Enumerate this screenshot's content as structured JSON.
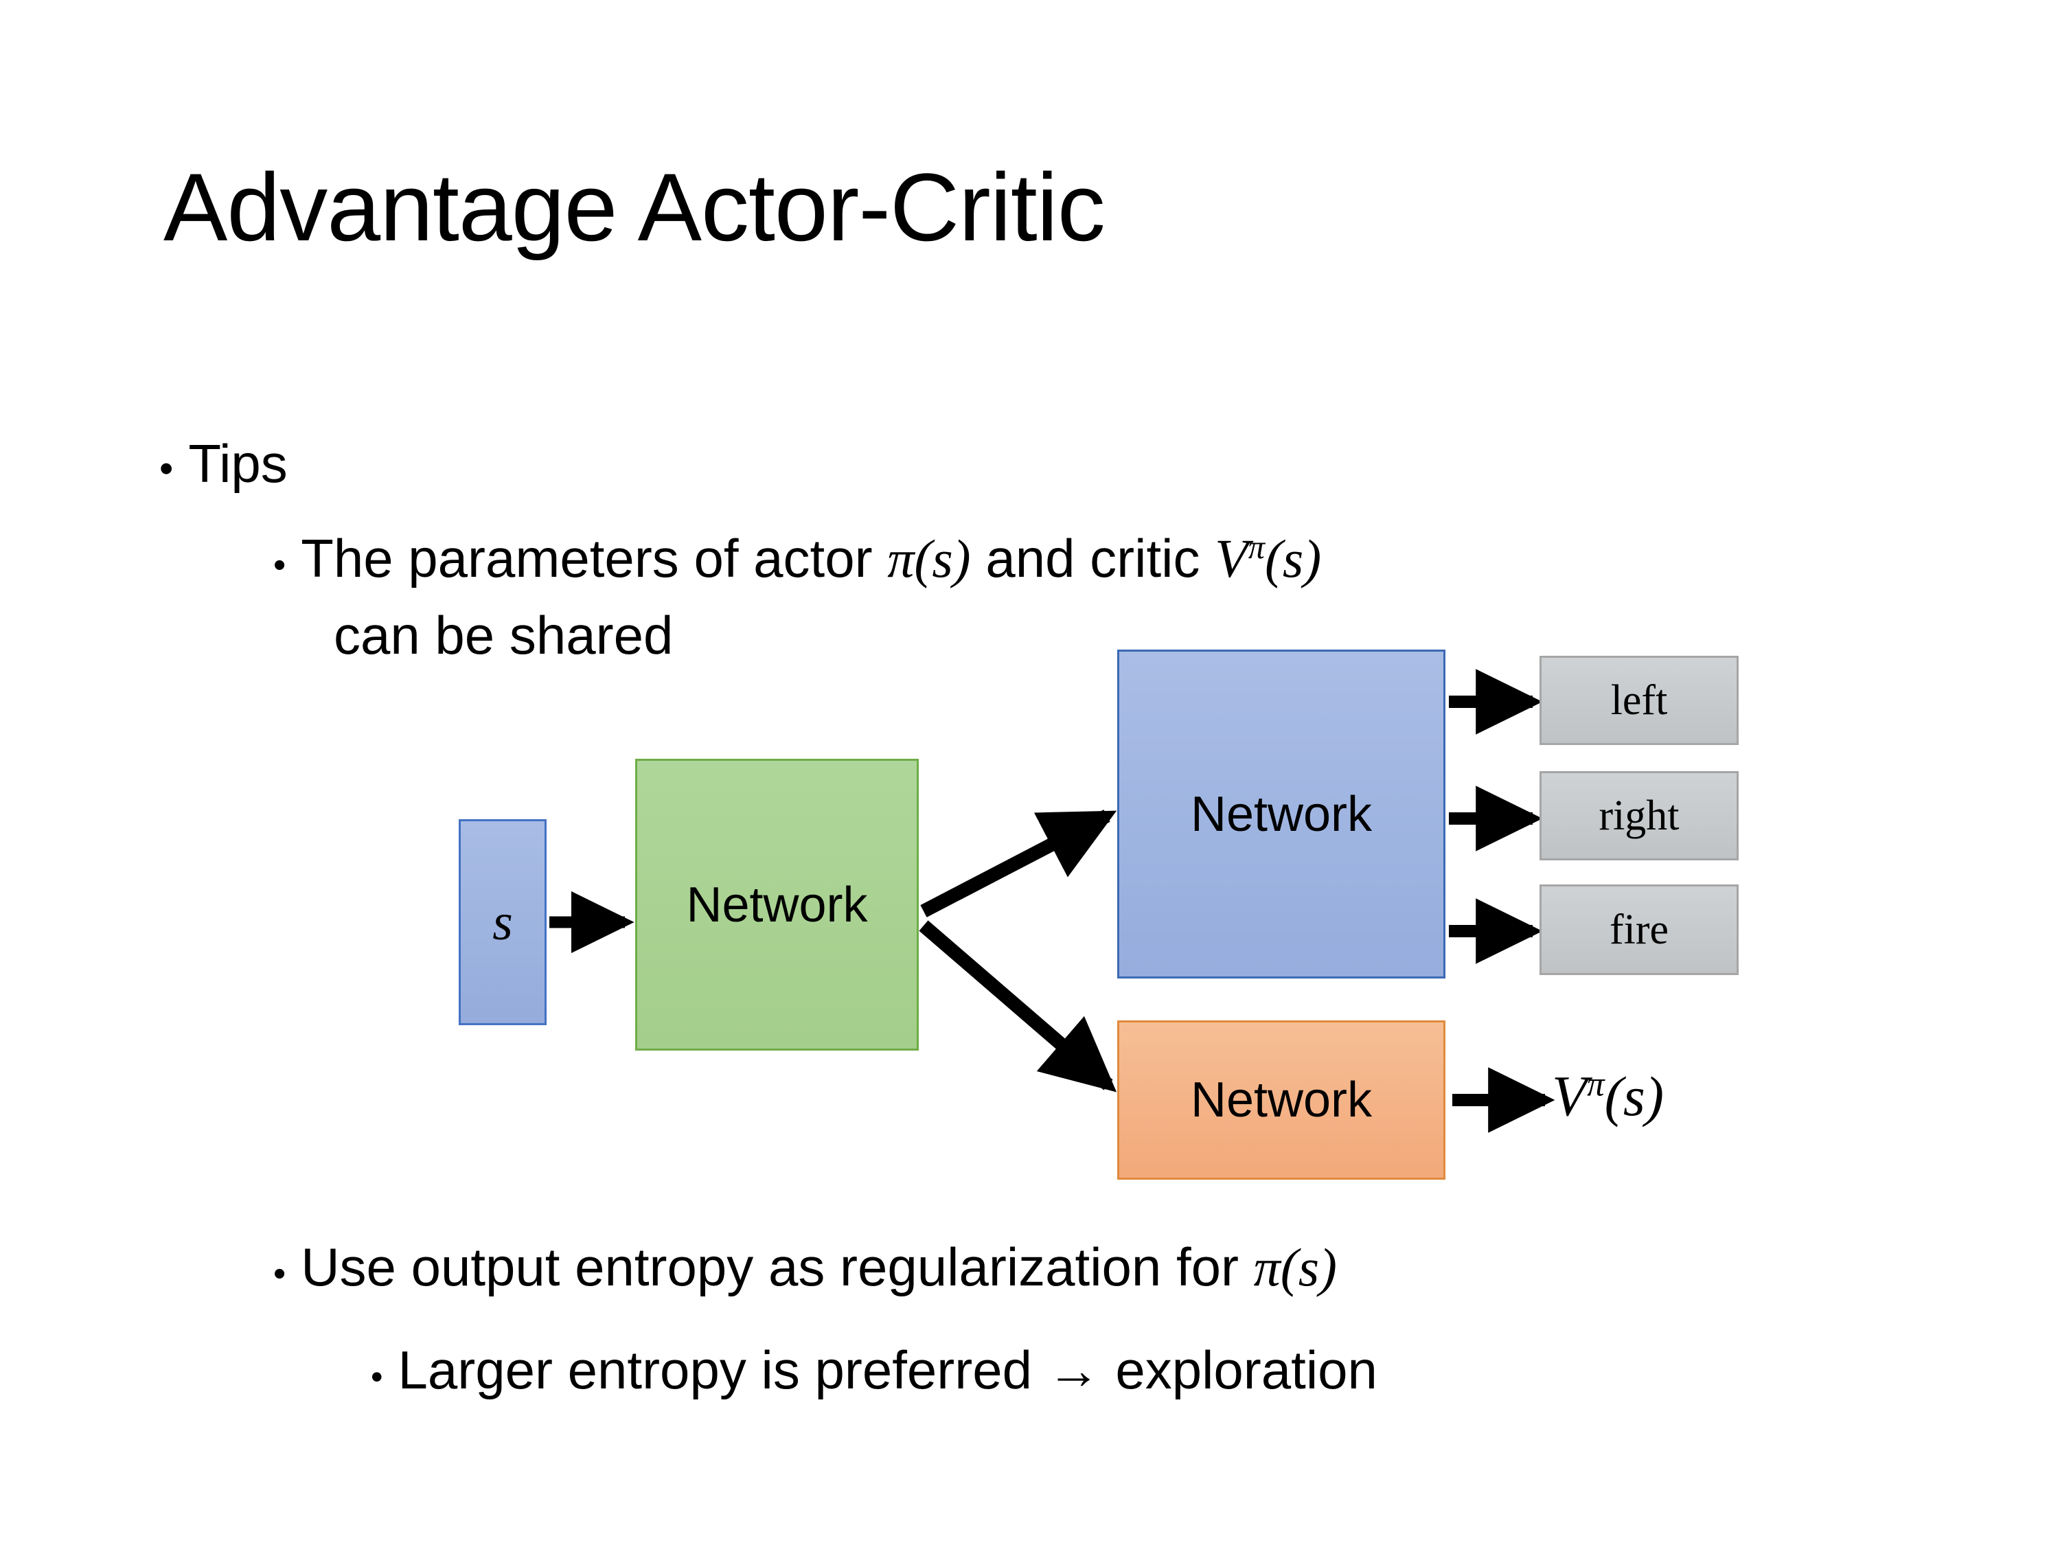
{
  "slide": {
    "title": "Advantage Actor-Critic",
    "background": "#FFFFFF"
  },
  "bullets": {
    "tips": {
      "marker": "•",
      "text": "Tips"
    },
    "parameters": {
      "marker": "•",
      "text_before": "The parameters of actor ",
      "math_actor": "π(s)",
      "text_middle": "  and critic ",
      "math_critic_base": "V",
      "math_critic_sup": "π",
      "math_critic_arg": "(s)",
      "continuation": "can be shared"
    },
    "entropy": {
      "marker": "•",
      "text_before": "Use output entropy as regularization for ",
      "math_policy": "π(s)"
    },
    "larger": {
      "marker": "•",
      "text": "Larger entropy is preferred → exploration"
    }
  },
  "diagram": {
    "input_node": {
      "label": "s",
      "fill": "#95ACDC",
      "stroke": "#4472C4"
    },
    "shared_network": {
      "label": "Network",
      "fill": "#A9D18E",
      "stroke": "#70AD47"
    },
    "actor_network": {
      "label": "Network",
      "fill": "#96ADDD",
      "stroke": "#3C69B4"
    },
    "critic_network": {
      "label": "Network",
      "fill": "#F4B183",
      "stroke": "#E08A3C"
    },
    "actions": [
      {
        "label": "left",
        "fill": "#C6C9CB",
        "stroke": "#A6A6A6"
      },
      {
        "label": "right",
        "fill": "#C6C9CB",
        "stroke": "#A6A6A6"
      },
      {
        "label": "fire",
        "fill": "#C6C9CB",
        "stroke": "#A6A6A6"
      }
    ],
    "critic_output": {
      "base": "V",
      "superscript": "π",
      "argument": "(s)"
    },
    "arrow_color": "#000000",
    "arrows": [
      {
        "name": "s-to-shared",
        "from": "input_node",
        "to": "shared_network"
      },
      {
        "name": "shared-to-actor",
        "from": "shared_network",
        "to": "actor_network"
      },
      {
        "name": "shared-to-critic",
        "from": "shared_network",
        "to": "critic_network"
      },
      {
        "name": "actor-to-left",
        "from": "actor_network",
        "to": "left"
      },
      {
        "name": "actor-to-right",
        "from": "actor_network",
        "to": "right"
      },
      {
        "name": "actor-to-fire",
        "from": "actor_network",
        "to": "fire"
      },
      {
        "name": "critic-to-value",
        "from": "critic_network",
        "to": "critic_output"
      }
    ]
  }
}
